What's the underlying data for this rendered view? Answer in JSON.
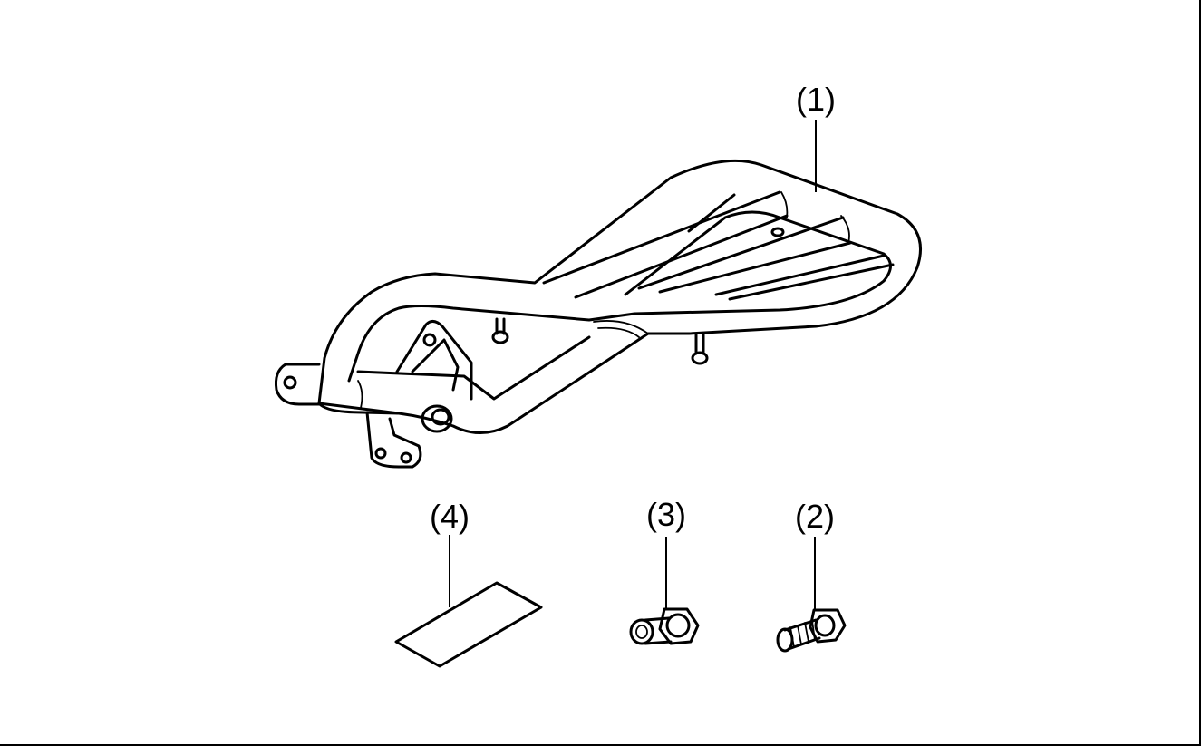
{
  "callouts": [
    {
      "id": "1",
      "label": "(1)",
      "part": "rear-carrier"
    },
    {
      "id": "2",
      "label": "(2)",
      "part": "flange-bolt"
    },
    {
      "id": "3",
      "label": "(3)",
      "part": "collar-bolt"
    },
    {
      "id": "4",
      "label": "(4)",
      "part": "label-sheet"
    }
  ],
  "colors": {
    "line": "#000000",
    "background": "#ffffff"
  }
}
